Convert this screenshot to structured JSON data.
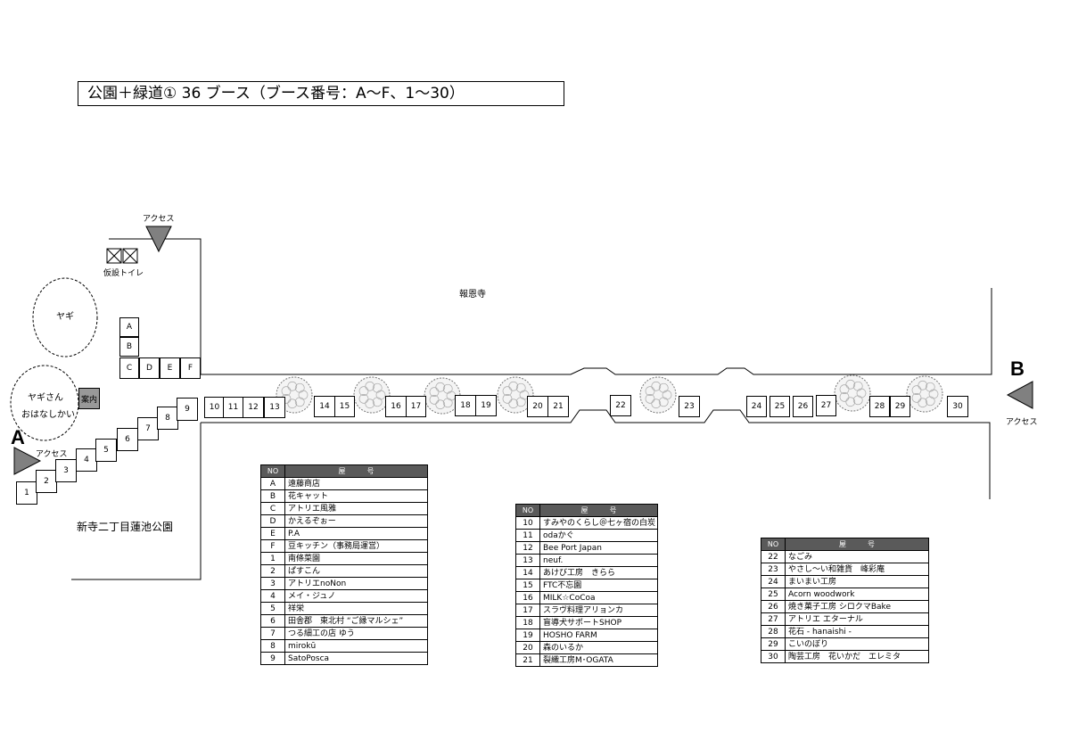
{
  "title": "公園＋緑道① 36 ブース（ブース番号：A〜F、1〜30）",
  "labels": {
    "access": "アクセス",
    "toilet": "仮設トイレ",
    "temple": "報恩寺",
    "goat": "ヤギ",
    "goat_talk_1": "ヤギさん",
    "goat_talk_2": "おはなしかい",
    "info": "案内",
    "park": "新寺二丁目蓮池公園",
    "entrance_a": "A",
    "entrance_b": "B"
  },
  "tables": [
    {
      "header_no": "NO",
      "header_name": "屋　　　号",
      "rows": [
        {
          "no": "A",
          "name": "遠藤商店"
        },
        {
          "no": "B",
          "name": "花キャット"
        },
        {
          "no": "C",
          "name": "アトリエ風雅"
        },
        {
          "no": "D",
          "name": "かえるぞぉー"
        },
        {
          "no": "E",
          "name": "P.A"
        },
        {
          "no": "F",
          "name": "豆キッチン（事務局運営）"
        },
        {
          "no": "1",
          "name": "南條菜園"
        },
        {
          "no": "2",
          "name": "ぱすこん"
        },
        {
          "no": "3",
          "name": "アトリエnoNon"
        },
        {
          "no": "4",
          "name": "メイ・ジュノ"
        },
        {
          "no": "5",
          "name": "祥栄"
        },
        {
          "no": "6",
          "name": "田舎郡　東北村 “ご縁マルシェ”"
        },
        {
          "no": "7",
          "name": "つる細工の店 ゆう"
        },
        {
          "no": "8",
          "name": "mirokū"
        },
        {
          "no": "9",
          "name": "SatoPosca"
        }
      ]
    },
    {
      "header_no": "NO",
      "header_name": "屋　　　号",
      "rows": [
        {
          "no": "10",
          "name": "すみやのくらし＠七ヶ宿の白炭"
        },
        {
          "no": "11",
          "name": "odaかぐ"
        },
        {
          "no": "12",
          "name": "Bee Port Japan"
        },
        {
          "no": "13",
          "name": "neuf."
        },
        {
          "no": "14",
          "name": "あけび工房　きらら"
        },
        {
          "no": "15",
          "name": "FTC不忘園"
        },
        {
          "no": "16",
          "name": "MILK☆CoCoa"
        },
        {
          "no": "17",
          "name": "スラヴ料理アリョンカ"
        },
        {
          "no": "18",
          "name": "盲導犬サポートSHOP"
        },
        {
          "no": "19",
          "name": "HOSHO FARM"
        },
        {
          "no": "20",
          "name": "森のいるか"
        },
        {
          "no": "21",
          "name": "裂織工房M･OGATA"
        }
      ]
    },
    {
      "header_no": "NO",
      "header_name": "屋　　　号",
      "rows": [
        {
          "no": "22",
          "name": "なごみ"
        },
        {
          "no": "23",
          "name": "やさし〜い和雑貨　峰彩庵"
        },
        {
          "no": "24",
          "name": "まいまい工房"
        },
        {
          "no": "25",
          "name": "Acorn woodwork"
        },
        {
          "no": "26",
          "name": "焼き菓子工房 シロクマBake"
        },
        {
          "no": "27",
          "name": "アトリエ エターナル"
        },
        {
          "no": "28",
          "name": "花石 - hanaishi -"
        },
        {
          "no": "29",
          "name": "こいのぼり"
        },
        {
          "no": "30",
          "name": "陶芸工房　花いかだ　エレミタ"
        }
      ]
    }
  ],
  "booths": {
    "park_column": [
      "A",
      "B",
      "C",
      "D",
      "E",
      "F"
    ],
    "stairs": [
      "1",
      "2",
      "3",
      "4",
      "5",
      "6",
      "7",
      "8",
      "9"
    ],
    "path": [
      "10",
      "11",
      "12",
      "13",
      "14",
      "15",
      "16",
      "17",
      "18",
      "19",
      "20",
      "21",
      "22",
      "23",
      "24",
      "25",
      "26",
      "27",
      "28",
      "29",
      "30"
    ]
  }
}
